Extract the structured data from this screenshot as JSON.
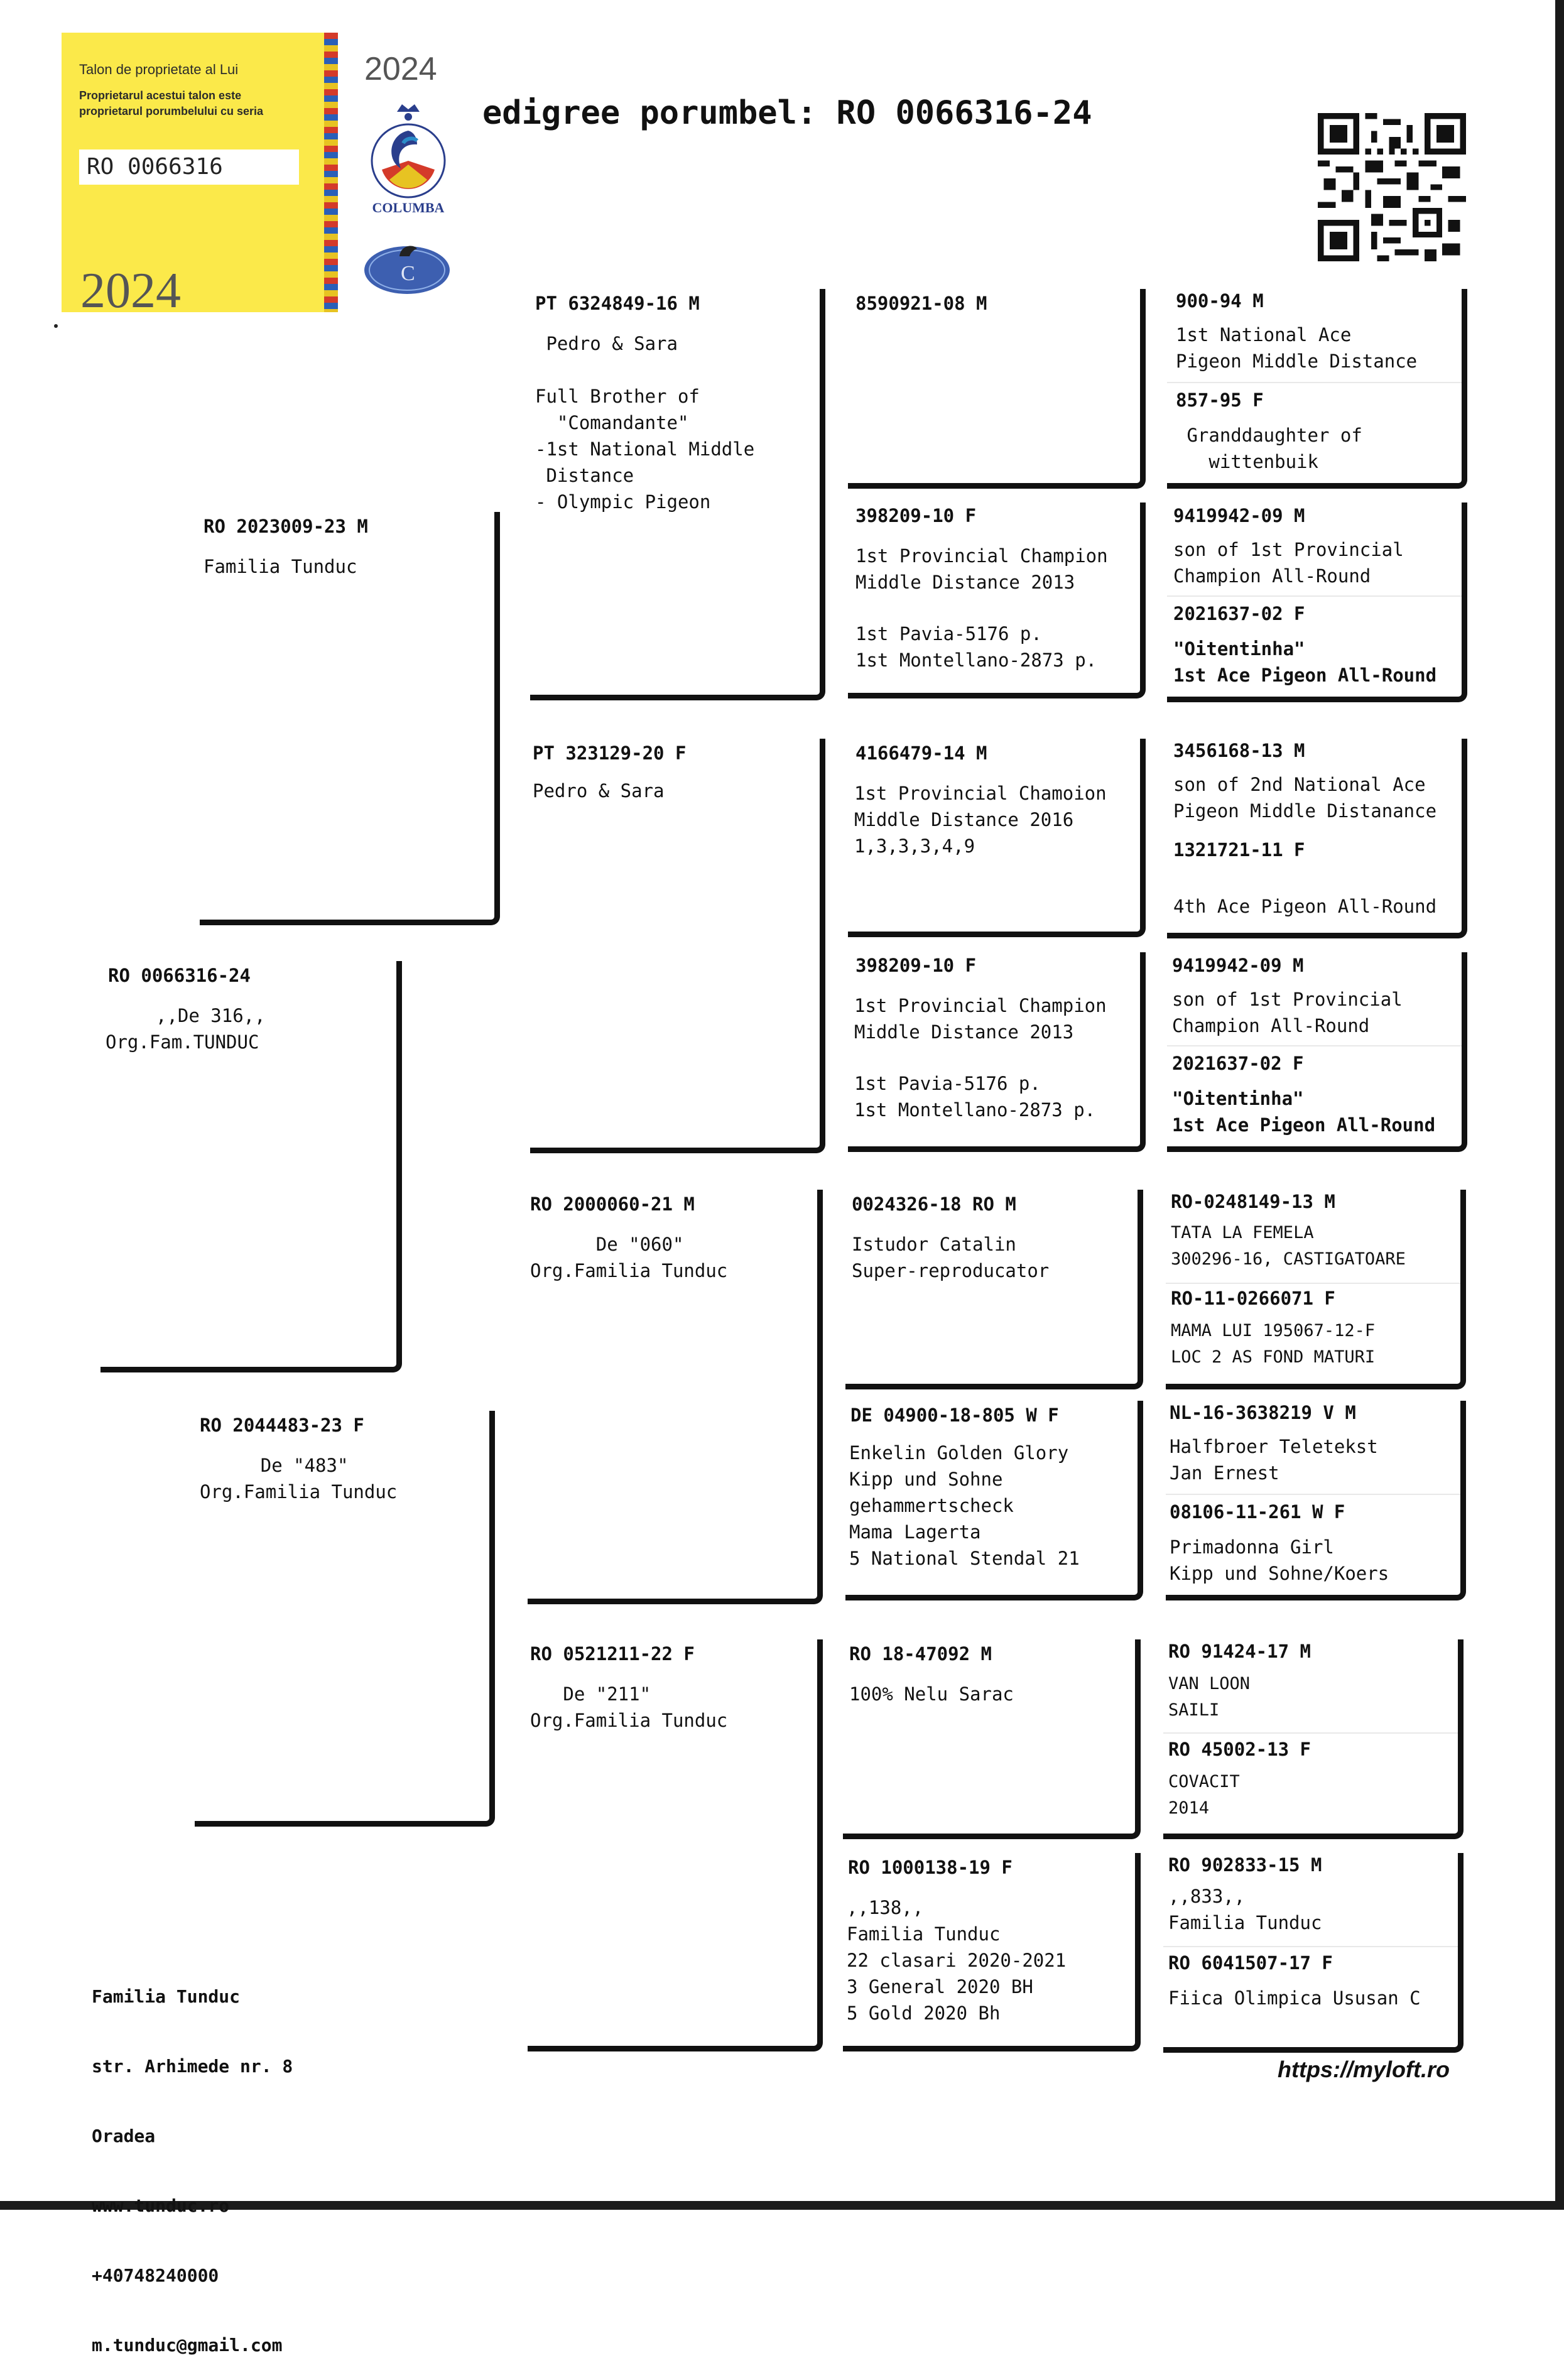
{
  "talon": {
    "title": "Talon de proprietate al Lui",
    "line1": "Proprietarul acestui talon este",
    "line2": "proprietarul porumbelului cu seria",
    "ring": "RO 0066316",
    "year": "2024"
  },
  "header": {
    "year": "2024",
    "columba_label": "COLUMBA",
    "title": "edigree porumbel: RO 0066316-24"
  },
  "subject": {
    "ring": "RO 0066316-24",
    "lines": [
      ",,De 316,,",
      "Org.Fam.TUNDUC"
    ]
  },
  "parents": [
    {
      "ring": "RO 2023009-23 M",
      "lines": [
        "Familia Tunduc"
      ]
    },
    {
      "ring": "RO 2044483-23 F",
      "lines": [
        "      De \"483\"",
        "Org.Familia Tunduc"
      ]
    }
  ],
  "grandparents": [
    {
      "ring": "PT 6324849-16 M",
      "lines": [
        " Pedro & Sara",
        "",
        "Full Brother of",
        "  \"Comandante\"",
        "-1st National Middle",
        " Distance",
        "- Olympic Pigeon"
      ]
    },
    {
      "ring": "PT 323129-20 F",
      "lines": [
        "Pedro & Sara"
      ]
    },
    {
      "ring": "RO 2000060-21 M",
      "lines": [
        "      De \"060\"",
        "Org.Familia Tunduc"
      ]
    },
    {
      "ring": "RO 0521211-22 F",
      "lines": [
        "   De \"211\"",
        "Org.Familia Tunduc"
      ]
    }
  ],
  "great_grandparents": [
    {
      "ring": "8590921-08 M",
      "lines": []
    },
    {
      "ring": "398209-10 F",
      "lines": [
        "1st Provincial Champion",
        "Middle Distance 2013",
        "",
        "1st Pavia-5176 p.",
        "1st Montellano-2873 p."
      ]
    },
    {
      "ring": "4166479-14 M",
      "lines": [
        "1st Provincial Chamoion",
        "Middle Distance 2016",
        "1,3,3,3,4,9"
      ]
    },
    {
      "ring": "398209-10 F",
      "lines": [
        "1st Provincial Champion",
        "Middle Distance 2013",
        "",
        "1st Pavia-5176 p.",
        "1st Montellano-2873 p."
      ]
    },
    {
      "ring": "0024326-18 RO M",
      "lines": [
        "Istudor Catalin",
        "Super-reproducator"
      ]
    },
    {
      "ring": "DE 04900-18-805 W F",
      "lines": [
        "Enkelin Golden Glory",
        "Kipp und Sohne",
        "gehammertscheck",
        "Mama Lagerta",
        "5 National Stendal 21"
      ]
    },
    {
      "ring": "RO 18-47092 M",
      "lines": [
        "100% Nelu Sarac"
      ]
    },
    {
      "ring": "RO 1000138-19 F",
      "lines": [
        ",,138,,",
        "Familia Tunduc",
        "22 clasari 2020-2021",
        "3 General 2020 BH",
        "5 Gold 2020 Bh"
      ]
    }
  ],
  "g4": [
    {
      "top": {
        "ring": "900-94 M",
        "lines": [
          "1st National Ace",
          "Pigeon Middle Distance"
        ]
      },
      "bottom": {
        "ring": "857-95 F",
        "lines": [
          " Granddaughter of",
          "   wittenbuik"
        ]
      }
    },
    {
      "top": {
        "ring": "9419942-09 M",
        "lines": [
          "son of 1st Provincial",
          "Champion All-Round"
        ]
      },
      "bottom": {
        "ring": "2021637-02 F",
        "lines": [
          "\"Oitentinha\"",
          "1st Ace Pigeon All-Round"
        ]
      }
    },
    {
      "top": {
        "ring": "3456168-13 M",
        "lines": [
          "son of 2nd National Ace",
          "Pigeon Middle Distanance"
        ]
      },
      "bottom": {
        "ring": "1321721-11 F",
        "lines": [
          "",
          "4th Ace Pigeon All-Round"
        ]
      }
    },
    {
      "top": {
        "ring": "9419942-09 M",
        "lines": [
          "son of 1st Provincial",
          "Champion All-Round"
        ]
      },
      "bottom": {
        "ring": "2021637-02 F",
        "lines": [
          "\"Oitentinha\"",
          "1st Ace Pigeon All-Round"
        ]
      }
    },
    {
      "top": {
        "ring": "RO-0248149-13 M",
        "lines": [
          "TATA LA FEMELA",
          "300296-16, CASTIGATOARE"
        ]
      },
      "bottom": {
        "ring": "RO-11-0266071 F",
        "lines": [
          "MAMA LUI 195067-12-F",
          "LOC 2 AS FOND MATURI"
        ]
      }
    },
    {
      "top": {
        "ring": "NL-16-3638219 V M",
        "lines": [
          "Halfbroer Teletekst",
          "Jan Ernest"
        ]
      },
      "bottom": {
        "ring": "08106-11-261 W F",
        "lines": [
          "Primadonna Girl",
          "Kipp und Sohne/Koers"
        ]
      }
    },
    {
      "top": {
        "ring": "RO 91424-17 M",
        "lines": [
          "VAN LOON",
          "SAILI"
        ]
      },
      "bottom": {
        "ring": "RO 45002-13 F",
        "lines": [
          "COVACIT",
          "2014"
        ]
      }
    },
    {
      "top": {
        "ring": "RO 902833-15 M",
        "lines": [
          ",,833,,",
          "Familia Tunduc"
        ]
      },
      "bottom": {
        "ring": "RO 6041507-17 F",
        "lines": [
          "Fiica Olimpica Ususan C"
        ]
      }
    }
  ],
  "footer": {
    "address": [
      "Familia Tunduc",
      "str. Arhimede nr. 8",
      "Oradea",
      "www.tunduc.ro",
      "+40748240000",
      "m.tunduc@gmail.com"
    ],
    "site": "https://myloft.ro"
  },
  "colors": {
    "ticket": "#fbe94a",
    "lines": "#111111"
  }
}
